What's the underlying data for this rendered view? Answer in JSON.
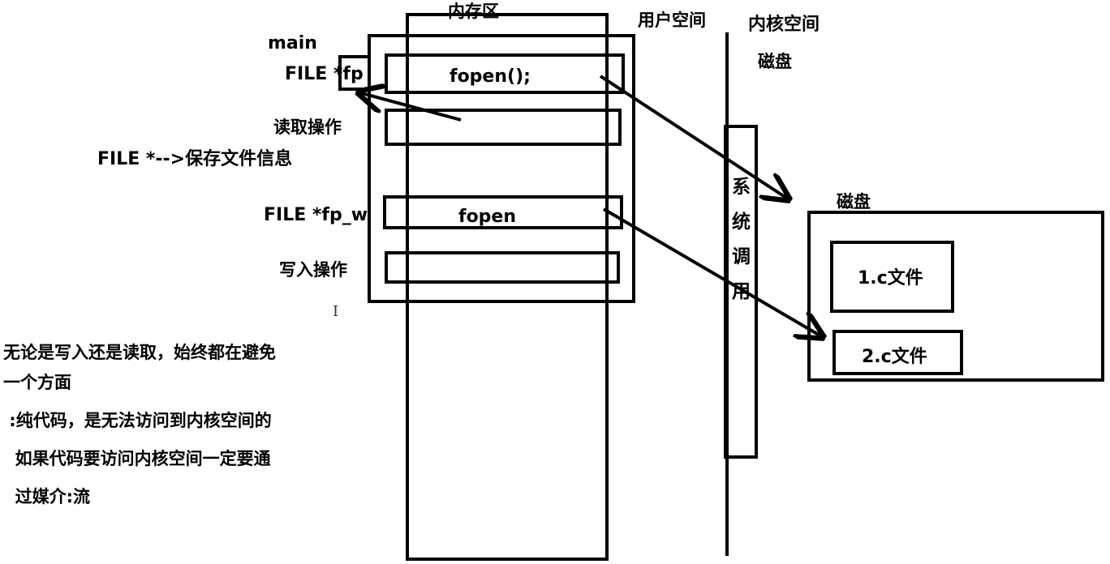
{
  "labels": {
    "memory_area": "内存区",
    "user_space": "用户空间",
    "kernel_space": "内核空间",
    "disk_top": "磁盘",
    "main": "main",
    "file_fp": "FILE *fp",
    "fopen_call": "fopen();",
    "read_op": "读取操作",
    "file_info": "FILE *-->保存文件信息",
    "file_fp_w": "FILE *fp_w",
    "fopen": "fopen",
    "write_op": "写入操作",
    "syscall_chars": [
      "系",
      "统",
      "调",
      "用"
    ],
    "disk": "磁盘",
    "file1": "1.c文件",
    "file2": "2.c文件"
  },
  "notes": [
    "无论是写入还是读取，始终都在避免",
    "一个方面",
    " :纯代码，是无法访问到内核空间的",
    "  如果代码要访问内核空间一定要通",
    "  过媒介:流"
  ]
}
